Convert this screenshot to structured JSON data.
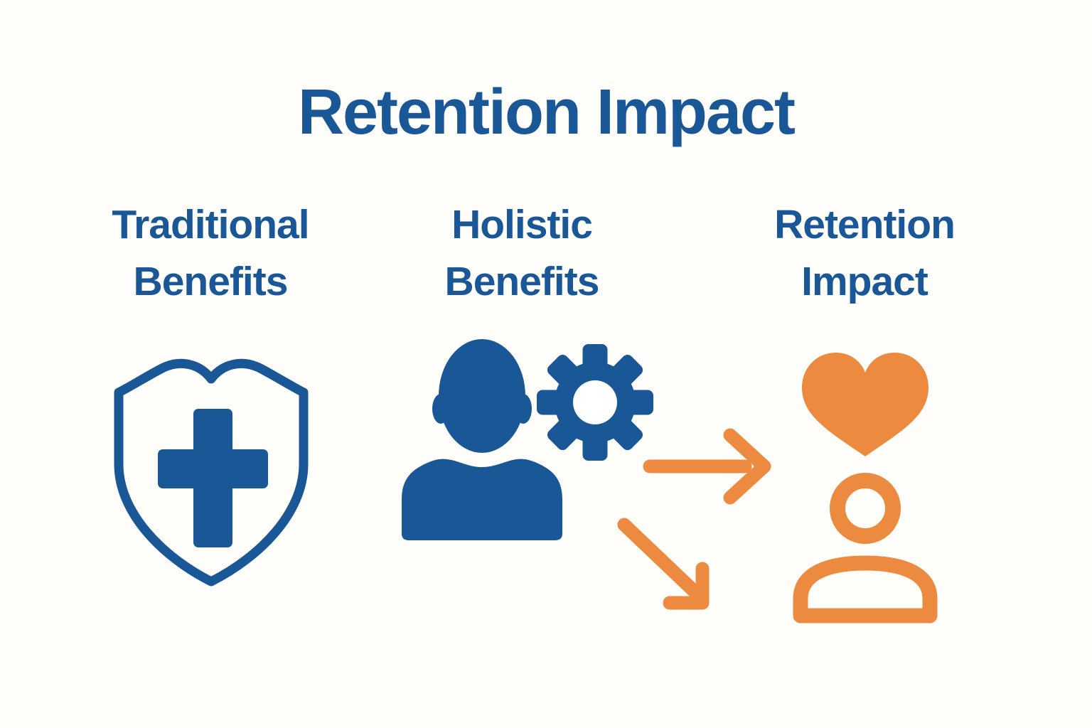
{
  "title": "Retention Impact",
  "colors": {
    "blue": "#1A5796",
    "orange": "#EC8B40",
    "background": "#FFFEFB"
  },
  "columns": [
    {
      "heading_line1": "Traditional",
      "heading_line2": "Benefits",
      "icon": "medical-shield-icon"
    },
    {
      "heading_line1": "Holistic",
      "heading_line2": "Benefits",
      "icon": "person-gear-icon"
    },
    {
      "heading_line1": "Retention",
      "heading_line2": "Impact",
      "icon": "heart-person-icon"
    }
  ],
  "arrows": [
    {
      "name": "arrow-right-icon"
    },
    {
      "name": "arrow-down-right-icon"
    }
  ]
}
